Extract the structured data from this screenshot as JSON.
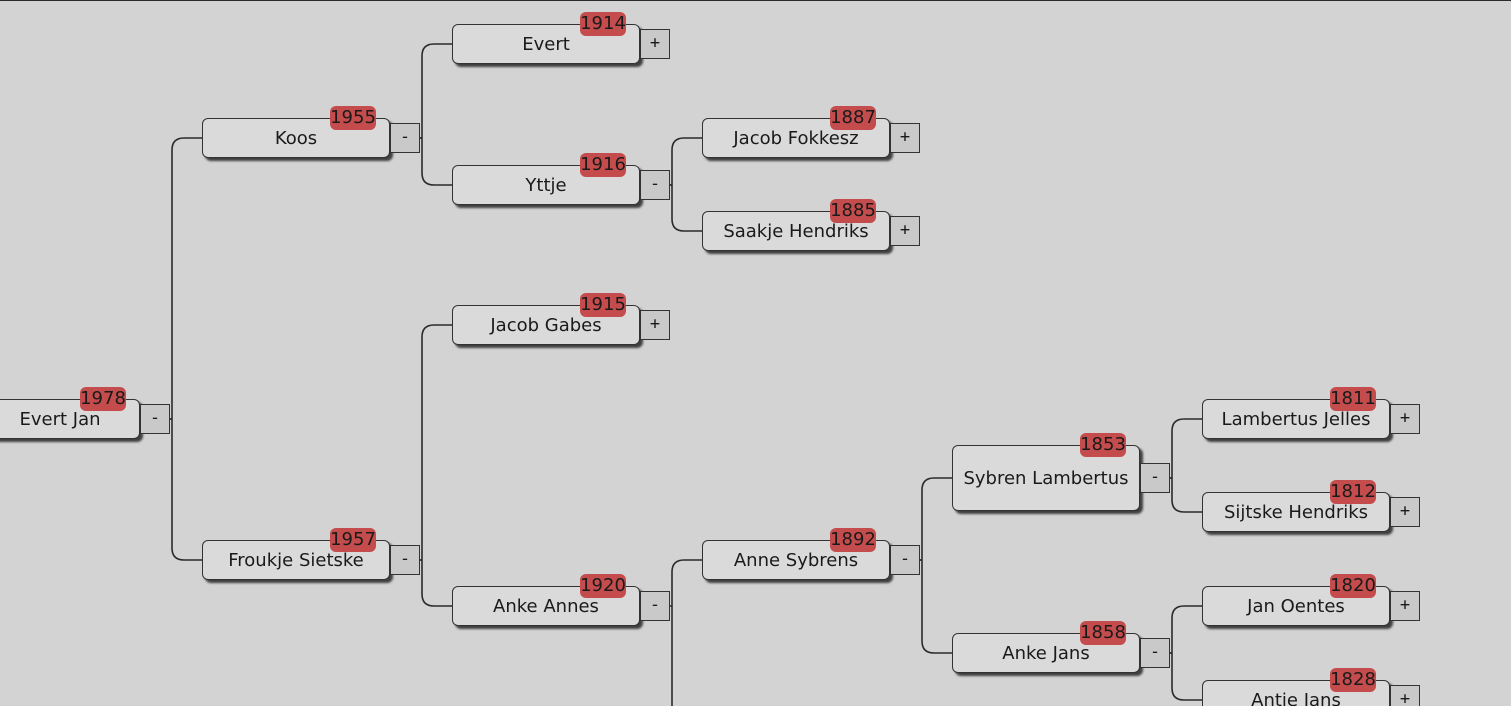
{
  "tree": {
    "people": [
      {
        "id": "evert-jan",
        "name": "Evert Jan",
        "year": "1978",
        "toggle": "-",
        "parent": null
      },
      {
        "id": "koos",
        "name": "Koos",
        "year": "1955",
        "toggle": "-",
        "parent": "evert-jan"
      },
      {
        "id": "froukje-sietske",
        "name": "Froukje Sietske",
        "year": "1957",
        "toggle": "-",
        "parent": "evert-jan"
      },
      {
        "id": "evert",
        "name": "Evert",
        "year": "1914",
        "toggle": "+",
        "parent": "koos"
      },
      {
        "id": "yttje",
        "name": "Yttje",
        "year": "1916",
        "toggle": "-",
        "parent": "koos"
      },
      {
        "id": "jacob-fokkesz",
        "name": "Jacob Fokkesz",
        "year": "1887",
        "toggle": "+",
        "parent": "yttje"
      },
      {
        "id": "saakje-hendriks",
        "name": "Saakje Hendriks",
        "year": "1885",
        "toggle": "+",
        "parent": "yttje"
      },
      {
        "id": "jacob-gabes",
        "name": "Jacob Gabes",
        "year": "1915",
        "toggle": "+",
        "parent": "froukje-sietske"
      },
      {
        "id": "anke-annes",
        "name": "Anke Annes",
        "year": "1920",
        "toggle": "-",
        "parent": "froukje-sietske"
      },
      {
        "id": "anne-sybrens",
        "name": "Anne Sybrens",
        "year": "1892",
        "toggle": "-",
        "parent": "anke-annes"
      },
      {
        "id": "sybren-lambertus",
        "name": "Sybren Lambertus",
        "year": "1853",
        "toggle": "-",
        "parent": "anne-sybrens"
      },
      {
        "id": "anke-jans",
        "name": "Anke Jans",
        "year": "1858",
        "toggle": "-",
        "parent": "anne-sybrens"
      },
      {
        "id": "lambertus-jelles",
        "name": "Lambertus Jelles",
        "year": "1811",
        "toggle": "+",
        "parent": "sybren-lambertus"
      },
      {
        "id": "sijtske-hendriks",
        "name": "Sijtske Hendriks",
        "year": "1812",
        "toggle": "+",
        "parent": "sybren-lambertus"
      },
      {
        "id": "jan-oentes",
        "name": "Jan Oentes",
        "year": "1820",
        "toggle": "+",
        "parent": "anke-jans"
      },
      {
        "id": "antje-jans",
        "name": "Antje Jans",
        "year": "1828",
        "toggle": "+",
        "parent": "anke-jans"
      }
    ]
  }
}
